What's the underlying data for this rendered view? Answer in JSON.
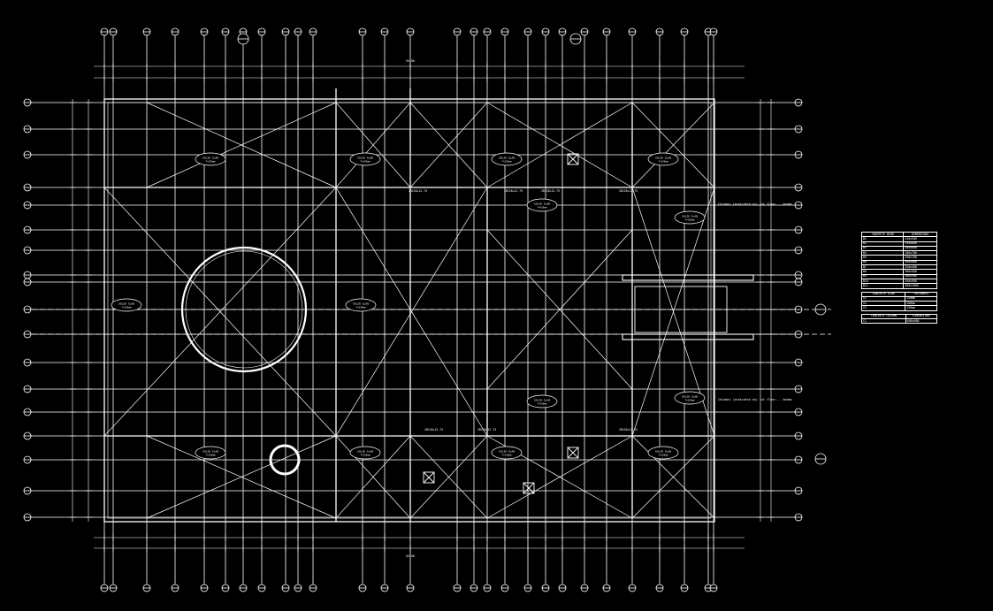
{
  "drawing": {
    "type": "structural framing plan (CAD, white on black)",
    "background_color": "#000000",
    "line_color": "#ffffff"
  },
  "slab_tags": {
    "solid_slab": "SOLID SLAB",
    "thickness": "T=150mm"
  },
  "notes": {
    "framing": "Columns (indicated as) 1st floor... beams"
  },
  "beam_callouts": [
    "2B11B+12.75",
    "2B11B+12.75",
    "2B11B+12.75",
    "2B11B+12.75",
    "2B11B+12.75",
    "2B11B+12.75",
    "2B11B+12.75"
  ],
  "dimensions": {
    "overall_top": "64.00",
    "overall_bottom": "64.00"
  },
  "legend": {
    "beam_table": {
      "headers": [
        "CONCRETE BEAM",
        "DIMENSIONS"
      ],
      "rows": [
        [
          "B1",
          "250x500"
        ],
        [
          "B2",
          "250x600"
        ],
        [
          "B3",
          "300x600"
        ],
        [
          "B4",
          "300x700"
        ],
        [
          "B5",
          "350x700"
        ],
        [
          "B6",
          "400x800"
        ],
        [
          "B7",
          "250x400"
        ],
        [
          "B8",
          "300x500"
        ],
        [
          "B9",
          "400x900"
        ],
        [
          "B10",
          "450x900"
        ],
        [
          "B11",
          "500x1000"
        ]
      ]
    },
    "slab_table": {
      "headers": [
        "CONCRETE SLAB",
        "THICKNESS"
      ],
      "rows": [
        [
          "S1",
          "150mm"
        ],
        [
          "S2",
          "200mm"
        ],
        [
          "S3",
          "250mm"
        ]
      ]
    },
    "column_table": {
      "headers": [
        "CONCRETE COLUMN",
        "DIMENSIONS"
      ],
      "rows": [
        [
          "C1",
          "600x600"
        ]
      ]
    }
  }
}
